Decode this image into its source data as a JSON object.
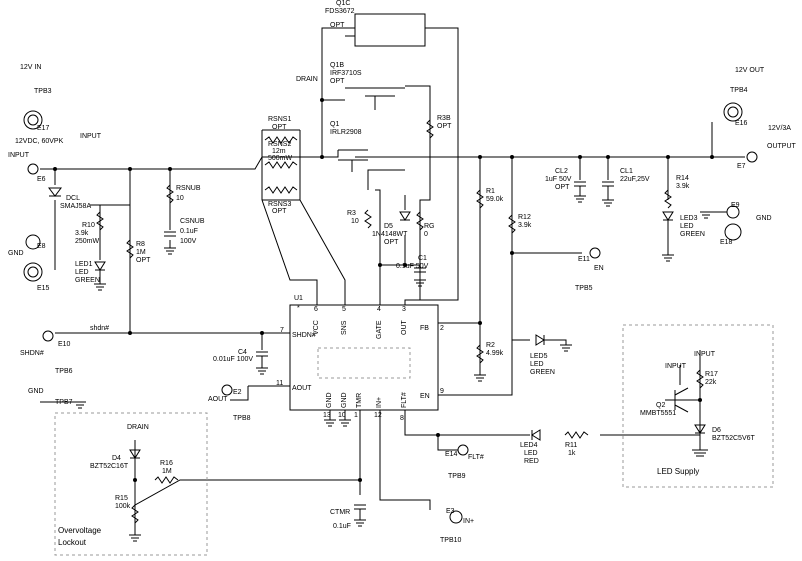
{
  "ports": {
    "in12": "12V IN",
    "tpb3": "TPB3",
    "e17": "E17",
    "vpk": "12VDC, 60VPK",
    "input_lbl": "INPUT",
    "input_flag": "INPUT",
    "e6": "E6",
    "gnd_l": "GND",
    "e8": "E8",
    "e15": "E15",
    "out12": "12V OUT",
    "tpb4": "TPB4",
    "e16": "E16",
    "out3a": "12V/3A",
    "output_lbl": "OUTPUT",
    "e7": "E7",
    "e9": "E9",
    "gnd_r": "GND",
    "e18": "E18",
    "e11": "E11",
    "en": "EN",
    "tpb5": "TPB5",
    "e10": "E10",
    "shdn_net": "shdn#",
    "shdn_port": "SHDN#",
    "tpb6": "TPB6",
    "gnd2": "GND",
    "tpb7": "TPB7",
    "e2": "E2",
    "aout_port": "AOUT",
    "tpb8": "TPB8",
    "e14": "E14",
    "flt_port": "FLT#",
    "tpb9": "TPB9",
    "e3": "E3",
    "inp_port": "IN+",
    "tpb10": "TPB10",
    "drain_top": "DRAIN",
    "drain_ov": "DRAIN",
    "input_led": "INPUT",
    "input_led2": "INPUT"
  },
  "parts": {
    "q1c": "Q1C",
    "q1c_pn": "FDS3672",
    "q1c_opt": "OPT",
    "q1b": "Q1B",
    "q1b_pn": "IRF3710S",
    "q1b_opt": "OPT",
    "q1": "Q1",
    "q1_pn": "IRLR2908",
    "rsns1": "RSNS1",
    "rsns1_opt": "OPT",
    "rsns2": "RSNS2",
    "rsns2_v": "12m",
    "rsns2_p": "500mW",
    "rsns3": "RSNS3",
    "rsns3_opt": "OPT",
    "rsnub": "RSNUB",
    "rsnub_v": "10",
    "csnub": "CSNUB",
    "csnub_v": "0.1uF",
    "csnub_v2": "100V",
    "dcl": "DCL",
    "dcl_pn": "SMAJ58A",
    "r10": "R10",
    "r10_v": "3.9k",
    "r10_p": "250mW",
    "led1": "LED1",
    "led1_t": "LED",
    "led1_c": "GREEN",
    "r8": "R8",
    "r8_v": "1M",
    "r8_opt": "OPT",
    "r3b": "R3B",
    "r3b_opt": "OPT",
    "r3": "R3",
    "r3_v": "10",
    "d5": "D5",
    "d5_pn": "1N4148WT",
    "d5_opt": "OPT",
    "rg": "RG",
    "rg_v": "0",
    "c1": "C1",
    "c1_v": "0.1uF 50V",
    "cl2": "CL2",
    "cl2_v": "1uF 50V",
    "cl2_opt": "OPT",
    "cl1": "CL1",
    "cl1_v": "22uF,25V",
    "r14": "R14",
    "r14_v": "3.9k",
    "led3": "LED3",
    "led3_t": "LED",
    "led3_c": "GREEN",
    "r1": "R1",
    "r1_v": "59.0k",
    "r12": "R12",
    "r12_v": "3.9k",
    "r2": "R2",
    "r2_v": "4.99k",
    "led5": "LED5",
    "led5_t": "LED",
    "led5_c": "GREEN",
    "c4": "C4",
    "c4_v": "0.01uF 100V",
    "u1": "U1",
    "u1_star": "*",
    "d4": "D4",
    "d4_pn": "BZT52C16T",
    "r16": "R16",
    "r16_v": "1M",
    "r15": "R15",
    "r15_v": "100k",
    "ctmr": "CTMR",
    "ctmr_v": "0.1uF",
    "led4": "LED4",
    "led4_t": "LED",
    "led4_c": "RED",
    "r11": "R11",
    "r11_v": "1k",
    "q2": "Q2",
    "q2_pn": "MMBT5551",
    "r17": "R17",
    "r17_v": "22k",
    "d6": "D6",
    "d6_pn": "BZT52C5V6T"
  },
  "pins": {
    "vcc": "VCC",
    "sns": "SNS",
    "gate": "GATE",
    "out": "OUT",
    "shdn": "SHDN#",
    "fb": "FB",
    "aout": "AOUT",
    "en": "EN",
    "gnd1": "GND",
    "gnd2": "GND",
    "tmr": "TMR",
    "inp": "IN+",
    "flt": "FLT#",
    "n6": "6",
    "n5": "5",
    "n4": "4",
    "n3": "3",
    "n7": "7",
    "n2": "2",
    "n11": "11",
    "n9": "9",
    "n13": "13",
    "n10": "10",
    "n1": "1",
    "n12": "12",
    "n8": "8"
  },
  "boxes": {
    "ov": "Overvoltage",
    "ov2": "Lockout",
    "led_supply": "LED Supply"
  }
}
